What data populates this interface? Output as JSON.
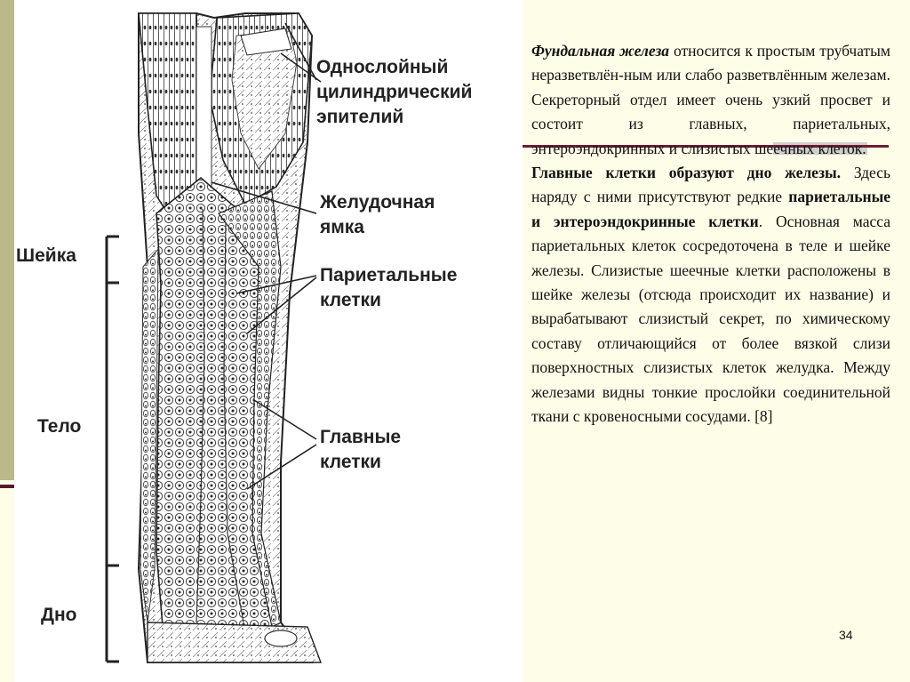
{
  "figure_labels": {
    "epithelium": [
      "Однослойный",
      "цилиндрический",
      "эпителий"
    ],
    "pit": [
      "Желудочная",
      "ямка"
    ],
    "parietal": [
      "Париетальные",
      "клетки"
    ],
    "chief": [
      "Главные",
      "клетки"
    ],
    "neck": "Шейка",
    "body": "Тело",
    "bottom": "Дно"
  },
  "paragraph1": {
    "title": "Фундальная железа",
    "text": " относится к простым трубчатым неразветвлён-ным или слабо разветвлённым железам. Секреторный отдел имеет очень узкий просвет и состоит из главных, париетальных, энтероэндокринных и слизистых шеечных клеток."
  },
  "paragraph2": {
    "lead": "Главные клетки образуют дно железы.",
    "text_a": " Здесь наряду с ними присутствуют редкие ",
    "bold_a": "париетальные и энтероэндокринные клетки",
    "text_b": ". Основная масса париетальных клеток сосредоточена в теле и шейке железы. Слизистые шеечные клетки расположены в шейке железы (отсюда происходит их название) и вырабатывают слизистый секрет, по химическому составу отличающийся от более вязкой слизи поверхностных слизистых клеток желудка. Между железами видны тонкие прослойки соединительной ткани с кровеносными сосудами. [8]"
  },
  "page_number": "34",
  "colors": {
    "background": "#fefde7",
    "accent": "#6d1e36",
    "olive": "#b9b989"
  }
}
